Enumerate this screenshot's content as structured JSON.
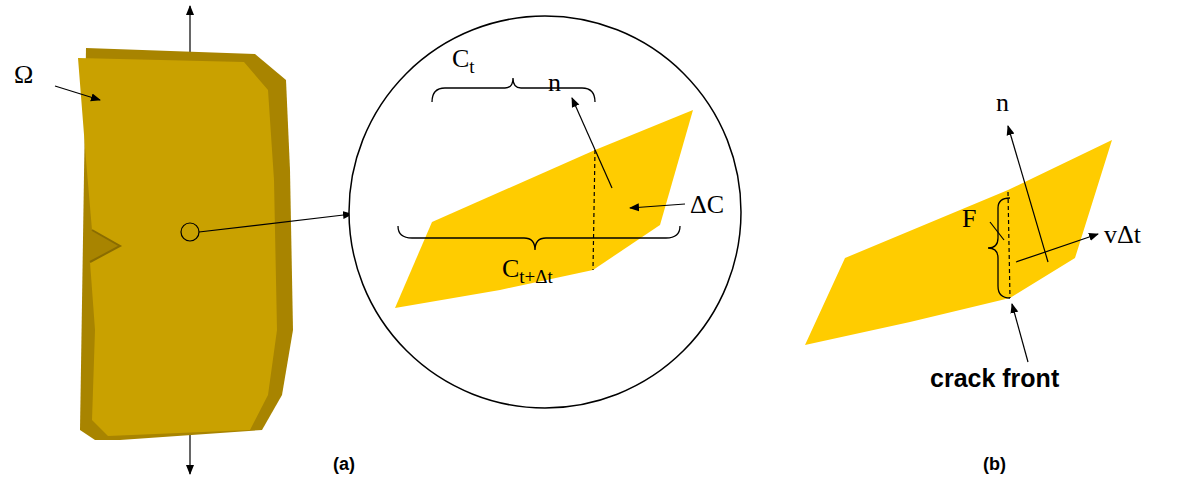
{
  "diagram": {
    "labels": [
      "Ω",
      "n",
      "Ct",
      "ΔC",
      "Ct+Δt",
      "n",
      "F",
      "vΔt",
      "crack front",
      "(a)",
      "(b)"
    ]
  }
}
